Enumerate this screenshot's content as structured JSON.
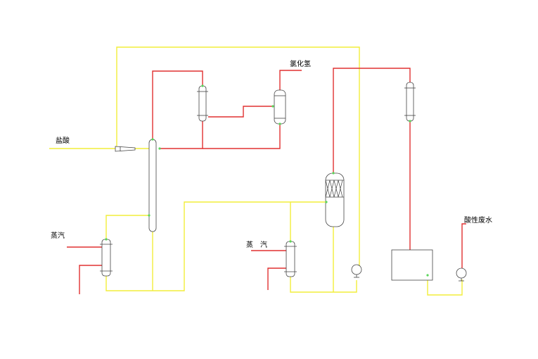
{
  "labels": {
    "hydrochloric_acid": "盐酸",
    "hydrogen_chloride": "氯化氢",
    "steam_left": "蒸汽",
    "steam_mid": "蒸　汽",
    "acidic_wastewater": "酸性废水"
  },
  "colors": {
    "liquid_line": "#f2ee3a",
    "vapor_line": "#e03030",
    "equipment_outline": "#444444",
    "connection_marker": "#5ad65a"
  }
}
